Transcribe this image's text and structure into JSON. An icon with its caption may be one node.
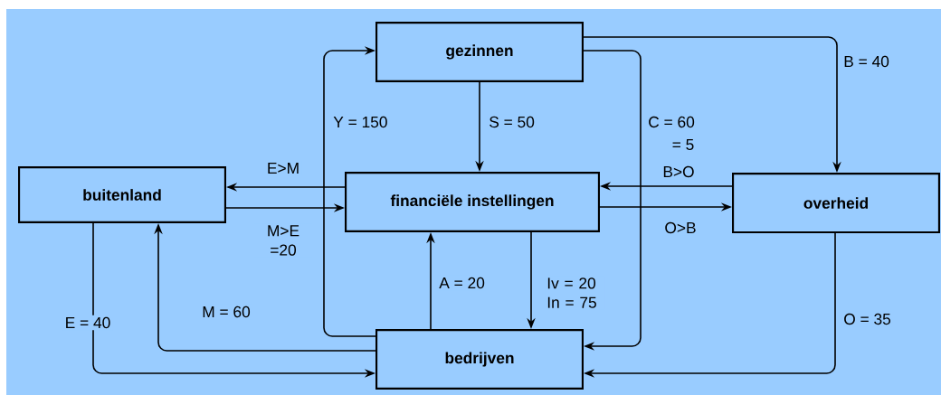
{
  "diagram": {
    "nodes": [
      {
        "text": [
          "gezinnen"
        ]
      },
      {
        "text": [
          "buitenland"
        ]
      },
      {
        "text": [
          "financiële instellingen"
        ]
      },
      {
        "text": [
          "overheid"
        ]
      },
      {
        "text": [
          "bedrijven"
        ]
      }
    ],
    "edges": [
      {
        "from": 0,
        "to": 3,
        "arrow": "to",
        "label": "B = 40"
      },
      {
        "from": 0,
        "to": 4,
        "arrow": "to",
        "label": "C = 60"
      },
      {
        "from": 0,
        "to": 2,
        "arrow": "to",
        "label": "S = 50"
      },
      {
        "from": 4,
        "to": 0,
        "arrow": "to",
        "label": "Y = 150"
      },
      {
        "from": 2,
        "to": 1,
        "arrow": "to",
        "label": "E>M"
      },
      {
        "from": 1,
        "to": 2,
        "arrow": "to",
        "label": "M>E =20"
      },
      {
        "from": 3,
        "to": 2,
        "arrow": "to",
        "label": "B>O"
      },
      {
        "from": 2,
        "to": 3,
        "arrow": "to",
        "label": "O>B"
      },
      {
        "from": 4,
        "to": 2,
        "arrow": "to",
        "label": "A = 20"
      },
      {
        "from": 2,
        "to": 4,
        "arrow": "to",
        "label": "Iv = 20 In = 75"
      },
      {
        "from": 4,
        "to": 1,
        "arrow": "to",
        "label": "M = 60"
      },
      {
        "from": 1,
        "to": 4,
        "arrow": "to",
        "label": "E = 40"
      },
      {
        "from": 3,
        "to": 4,
        "arrow": "to",
        "label": "O = 35"
      }
    ],
    "labels": [
      "= 5"
    ]
  }
}
